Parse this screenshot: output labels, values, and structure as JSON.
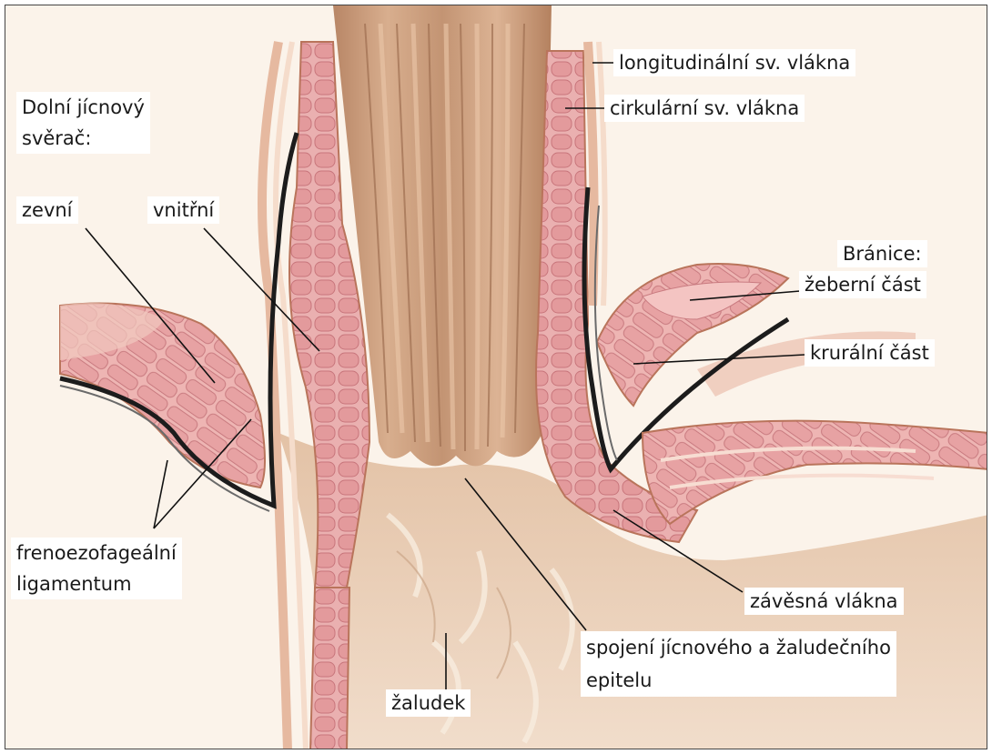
{
  "title": {
    "line1": "Dolní jícnový",
    "line2": "svěrač:"
  },
  "labels": {
    "zevni": "zevní",
    "vnitrni": "vnitřní",
    "longitudinalni": "longitudinální sv. vlákna",
    "cirkularni": "cirkulární sv. vlákna",
    "branice": "Bránice:",
    "zeberni": "žeberní část",
    "kruralni": "krurální část",
    "frenoezofagealni_1": "frenoezofageální",
    "frenoezofagealni_2": "ligamentum",
    "zavesna": "závěsná vlákna",
    "spojeni_1": "spojení jícnového a žaludečního",
    "spojeni_2": "epitelu",
    "zaludek": "žaludek"
  },
  "colors": {
    "background": "#fbf3ea",
    "muscle": "#e9a0a3",
    "muscle_dark": "#c96c72",
    "lumen": "#c99a7b",
    "lumen_dark": "#a97a5c",
    "stomach": "#ead2bd",
    "ligament": "#1c1c1c",
    "outline": "#b9745b"
  }
}
